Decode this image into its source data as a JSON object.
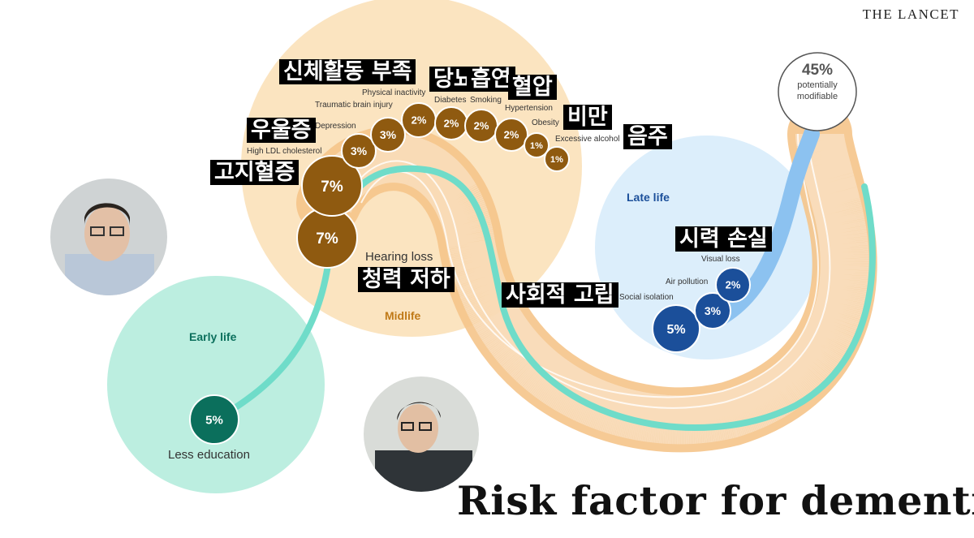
{
  "brand": "THE LANCET",
  "caption": "Risk factor for dementia",
  "total": {
    "value": "45%",
    "line1": "potentially",
    "line2": "modifiable"
  },
  "stages": {
    "early": "Early life",
    "mid": "Midlife",
    "late": "Late life"
  },
  "factors": [
    {
      "id": "less-education",
      "value": "5%",
      "label": "Less education",
      "stage": "early"
    },
    {
      "id": "hearing-loss",
      "value": "7%",
      "label": "Hearing loss",
      "korean": "청력 저하",
      "stage": "mid"
    },
    {
      "id": "high-ldl",
      "value": "7%",
      "label": "High LDL cholesterol",
      "korean": "고지혈증",
      "stage": "mid"
    },
    {
      "id": "depression",
      "value": "3%",
      "label": "Depression",
      "korean": "우울증",
      "stage": "mid"
    },
    {
      "id": "tbi",
      "value": "3%",
      "label": "Traumatic brain injury",
      "stage": "mid"
    },
    {
      "id": "physical-inactivity",
      "value": "2%",
      "label": "Physical inactivity",
      "korean": "신체활동 부족",
      "stage": "mid"
    },
    {
      "id": "diabetes",
      "value": "2%",
      "label": "Diabetes",
      "korean": "당뇨",
      "stage": "mid"
    },
    {
      "id": "smoking",
      "value": "2%",
      "label": "Smoking",
      "korean": "흡연",
      "stage": "mid"
    },
    {
      "id": "hypertension",
      "value": "2%",
      "label": "Hypertension",
      "korean": "혈압",
      "stage": "mid"
    },
    {
      "id": "obesity",
      "value": "1%",
      "label": "Obesity",
      "korean": "비만",
      "stage": "mid"
    },
    {
      "id": "alcohol",
      "value": "1%",
      "label": "Excessive alcohol",
      "korean": "음주",
      "stage": "mid"
    },
    {
      "id": "social-isolation",
      "value": "5%",
      "label": "Social isolation",
      "korean": "사회적 고립",
      "stage": "late"
    },
    {
      "id": "air-pollution",
      "value": "3%",
      "label": "Air pollution",
      "stage": "late"
    },
    {
      "id": "visual-loss",
      "value": "2%",
      "label": "Visual loss",
      "korean": "시력 손실",
      "stage": "late"
    }
  ],
  "colors": {
    "early": "#a6e8d6",
    "mid": "#fadfb5",
    "late": "#d8ecfb",
    "brown": "#8f5a10",
    "teal": "#0b6f5c",
    "navy": "#1b4f9a",
    "band": "#f5c48a",
    "stream": "#6fdcc9"
  }
}
